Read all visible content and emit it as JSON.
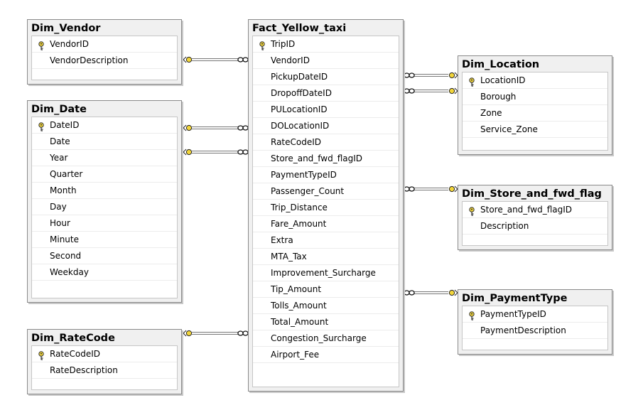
{
  "tables": {
    "vendor": {
      "title": "Dim_Vendor",
      "columns": [
        {
          "name": "VendorID",
          "pk": true
        },
        {
          "name": "VendorDescription",
          "pk": false
        }
      ]
    },
    "date": {
      "title": "Dim_Date",
      "columns": [
        {
          "name": "DateID",
          "pk": true
        },
        {
          "name": "Date",
          "pk": false
        },
        {
          "name": "Year",
          "pk": false
        },
        {
          "name": "Quarter",
          "pk": false
        },
        {
          "name": "Month",
          "pk": false
        },
        {
          "name": "Day",
          "pk": false
        },
        {
          "name": "Hour",
          "pk": false
        },
        {
          "name": "Minute",
          "pk": false
        },
        {
          "name": "Second",
          "pk": false
        },
        {
          "name": "Weekday",
          "pk": false
        }
      ]
    },
    "ratecode": {
      "title": "Dim_RateCode",
      "columns": [
        {
          "name": "RateCodeID",
          "pk": true
        },
        {
          "name": "RateDescription",
          "pk": false
        }
      ]
    },
    "fact": {
      "title": "Fact_Yellow_taxi",
      "columns": [
        {
          "name": "TripID",
          "pk": true
        },
        {
          "name": "VendorID",
          "pk": false
        },
        {
          "name": "PickupDateID",
          "pk": false
        },
        {
          "name": "DropoffDateID",
          "pk": false
        },
        {
          "name": "PULocationID",
          "pk": false
        },
        {
          "name": "DOLocationID",
          "pk": false
        },
        {
          "name": "RateCodeID",
          "pk": false
        },
        {
          "name": "Store_and_fwd_flagID",
          "pk": false
        },
        {
          "name": "PaymentTypeID",
          "pk": false
        },
        {
          "name": "Passenger_Count",
          "pk": false
        },
        {
          "name": "Trip_Distance",
          "pk": false
        },
        {
          "name": "Fare_Amount",
          "pk": false
        },
        {
          "name": "Extra",
          "pk": false
        },
        {
          "name": "MTA_Tax",
          "pk": false
        },
        {
          "name": "Improvement_Surcharge",
          "pk": false
        },
        {
          "name": "Tip_Amount",
          "pk": false
        },
        {
          "name": "Tolls_Amount",
          "pk": false
        },
        {
          "name": "Total_Amount",
          "pk": false
        },
        {
          "name": "Congestion_Surcharge",
          "pk": false
        },
        {
          "name": "Airport_Fee",
          "pk": false
        }
      ]
    },
    "location": {
      "title": "Dim_Location",
      "columns": [
        {
          "name": "LocationID",
          "pk": true
        },
        {
          "name": "Borough",
          "pk": false
        },
        {
          "name": "Zone",
          "pk": false
        },
        {
          "name": "Service_Zone",
          "pk": false
        }
      ]
    },
    "storefwd": {
      "title": "Dim_Store_and_fwd_flag",
      "columns": [
        {
          "name": "Store_and_fwd_flagID",
          "pk": true
        },
        {
          "name": "Description",
          "pk": false
        }
      ]
    },
    "payment": {
      "title": "Dim_PaymentType",
      "columns": [
        {
          "name": "PaymentTypeID",
          "pk": true
        },
        {
          "name": "PaymentDescription",
          "pk": false
        }
      ]
    }
  },
  "relationships": [
    {
      "from": "fact.VendorID",
      "to": "vendor.VendorID"
    },
    {
      "from": "fact.PickupDateID",
      "to": "date.DateID"
    },
    {
      "from": "fact.DropoffDateID",
      "to": "date.DateID"
    },
    {
      "from": "fact.RateCodeID",
      "to": "ratecode.RateCodeID"
    },
    {
      "from": "fact.PULocationID",
      "to": "location.LocationID"
    },
    {
      "from": "fact.DOLocationID",
      "to": "location.LocationID"
    },
    {
      "from": "fact.Store_and_fwd_flagID",
      "to": "storefwd.Store_and_fwd_flagID"
    },
    {
      "from": "fact.PaymentTypeID",
      "to": "payment.PaymentTypeID"
    }
  ],
  "icons": {
    "primary_key": "key-icon",
    "one_end": "key-end-icon",
    "many_end": "infinity-icon"
  },
  "colors": {
    "key": "#f2d53a",
    "line": "#7a7a7a",
    "border": "#8a8a8a"
  }
}
